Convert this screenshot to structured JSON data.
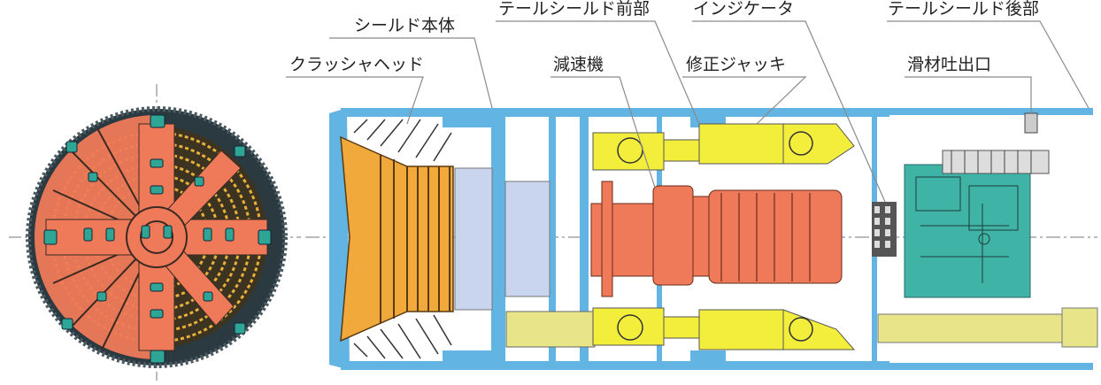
{
  "labels": {
    "shield_body": "シールド本体",
    "tail_shield_front": "テールシールド前部",
    "indicator": "インジケータ",
    "tail_shield_rear": "テールシールド後部",
    "crusher_head": "クラッシャヘッド",
    "reducer": "減速機",
    "correction_jack": "修正ジャッキ",
    "lubricant_outlet": "滑材吐出口"
  },
  "colors": {
    "frame": "#62b4e3",
    "motor": "#ee7a5a",
    "jack": "#f3ee3c",
    "panel": "#3fb3a6",
    "crusher": "#f2a93c",
    "ring": "#2b3a40",
    "leader": "#8a8a8a"
  }
}
